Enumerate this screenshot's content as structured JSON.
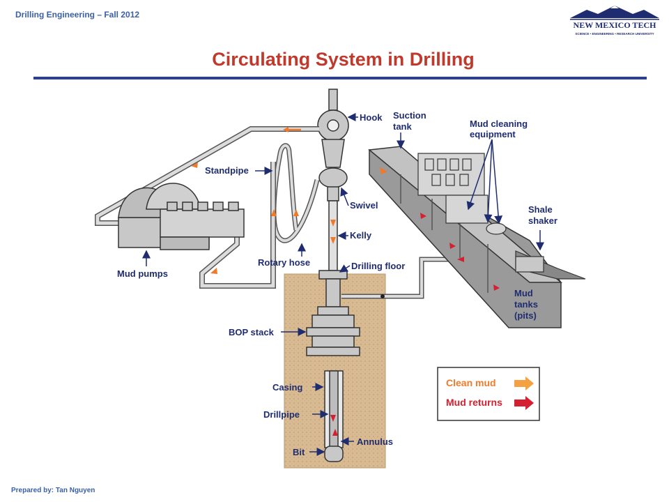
{
  "header": {
    "course": "Drilling Engineering – Fall 2012",
    "title": "Circulating System in Drilling"
  },
  "logo": {
    "name": "NEW MEXICO TECH",
    "tagline": "SCIENCE • ENGINEERING • RESEARCH UNIVERSITY"
  },
  "footer": {
    "prepared_by": "Prepared by: Tan Nguyen"
  },
  "diagram": {
    "labels": {
      "hook": "Hook",
      "suction_tank_1": "Suction",
      "suction_tank_2": "tank",
      "mud_cleaning_1": "Mud cleaning",
      "mud_cleaning_2": "equipment",
      "standpipe": "Standpipe",
      "swivel": "Swivel",
      "kelly": "Kelly",
      "shale_1": "Shale",
      "shale_2": "shaker",
      "rotary_hose": "Rotary hose",
      "drilling_floor": "Drilling floor",
      "mud_pumps": "Mud pumps",
      "mud_tanks_1": "Mud",
      "mud_tanks_2": "tanks",
      "mud_tanks_3": "(pits)",
      "bop_stack": "BOP stack",
      "casing": "Casing",
      "drillpipe": "Drillpipe",
      "annulus": "Annulus",
      "bit": "Bit"
    },
    "legend": {
      "clean_mud": "Clean mud",
      "mud_returns": "Mud returns"
    },
    "colors": {
      "clean_mud": "#f07a2a",
      "mud_returns": "#d42030",
      "label": "#1f2d70",
      "formation": "#d9bb93"
    }
  }
}
